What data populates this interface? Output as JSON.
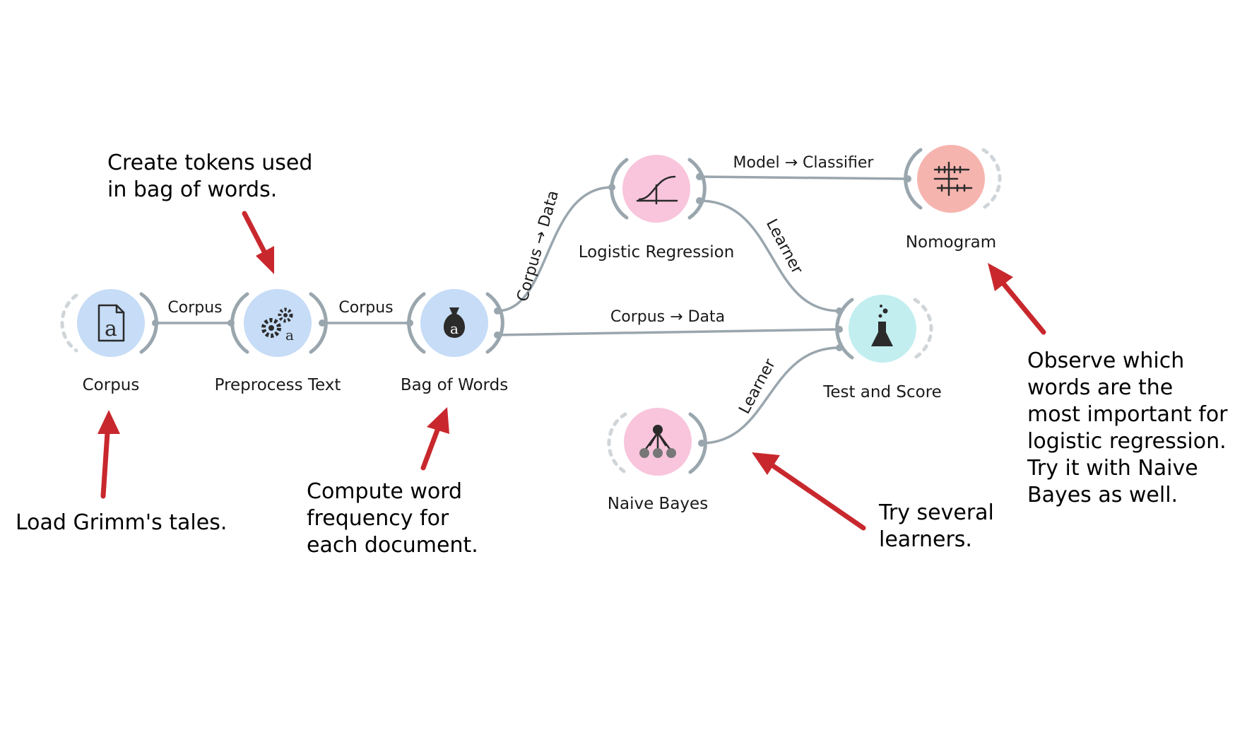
{
  "nodes": {
    "corpus": {
      "label": "Corpus",
      "icon": "document-a-icon",
      "color": "#c6dcf7"
    },
    "preprocess": {
      "label": "Preprocess Text",
      "icon": "gears-a-icon",
      "color": "#c6dcf7"
    },
    "bow": {
      "label": "Bag of Words",
      "icon": "money-bag-a-icon",
      "color": "#c6dcf7"
    },
    "logreg": {
      "label": "Logistic Regression",
      "icon": "sigmoid-curve-icon",
      "color": "#f8c5dc"
    },
    "nomogram": {
      "label": "Nomogram",
      "icon": "nomogram-icon",
      "color": "#f6b4ae"
    },
    "testscore": {
      "label": "Test and Score",
      "icon": "flask-icon",
      "color": "#c2eef0"
    },
    "naivebayes": {
      "label": "Naive Bayes",
      "icon": "network-icon",
      "color": "#f8c5dc"
    }
  },
  "links": {
    "corpus_preprocess": "Corpus",
    "preprocess_bow": "Corpus",
    "bow_logreg": "Corpus → Data",
    "bow_testscore": "Corpus → Data",
    "logreg_nomogram": "Model → Classifier",
    "logreg_testscore": "Learner",
    "naivebayes_testscore": "Learner"
  },
  "annotations": {
    "tokens": [
      "Create tokens used",
      "in bag of words."
    ],
    "grimm": [
      "Load Grimm's tales."
    ],
    "frequency": [
      "Compute word",
      "frequency for",
      "each document."
    ],
    "learners": [
      "Try several",
      "learners."
    ],
    "observe": [
      "Observe which",
      "words are the",
      "most important for",
      "logistic regression.",
      "Try it with Naive",
      "Bayes as well."
    ]
  },
  "colors": {
    "link": "#9aa6ae",
    "arrow": "#c8282d"
  }
}
